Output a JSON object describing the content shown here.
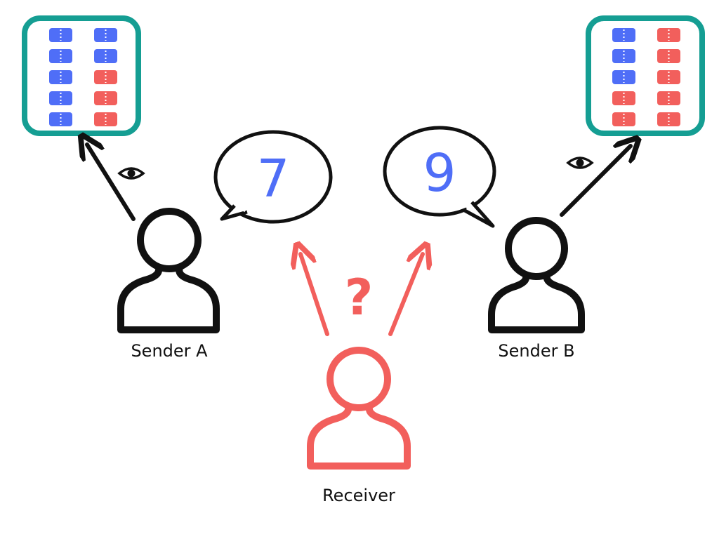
{
  "colors": {
    "blue": "#4F6EF7",
    "red": "#F25F5C",
    "teal": "#159E93",
    "black": "#111111"
  },
  "sender_a": {
    "label": "Sender A",
    "message": "7",
    "message_color": "blue",
    "grid": [
      [
        "blue",
        "blue"
      ],
      [
        "blue",
        "blue"
      ],
      [
        "blue",
        "red"
      ],
      [
        "blue",
        "red"
      ],
      [
        "blue",
        "red"
      ]
    ],
    "icons": [
      "eye-icon",
      "person-icon",
      "speech-bubble"
    ]
  },
  "sender_b": {
    "label": "Sender B",
    "message": "9",
    "message_color": "blue",
    "grid": [
      [
        "blue",
        "red"
      ],
      [
        "blue",
        "red"
      ],
      [
        "blue",
        "red"
      ],
      [
        "red",
        "red"
      ],
      [
        "red",
        "red"
      ]
    ],
    "icons": [
      "eye-icon",
      "person-icon",
      "speech-bubble"
    ]
  },
  "receiver": {
    "label": "Receiver",
    "symbol": "?",
    "color": "red",
    "icons": [
      "person-icon",
      "question-mark-icon"
    ]
  }
}
